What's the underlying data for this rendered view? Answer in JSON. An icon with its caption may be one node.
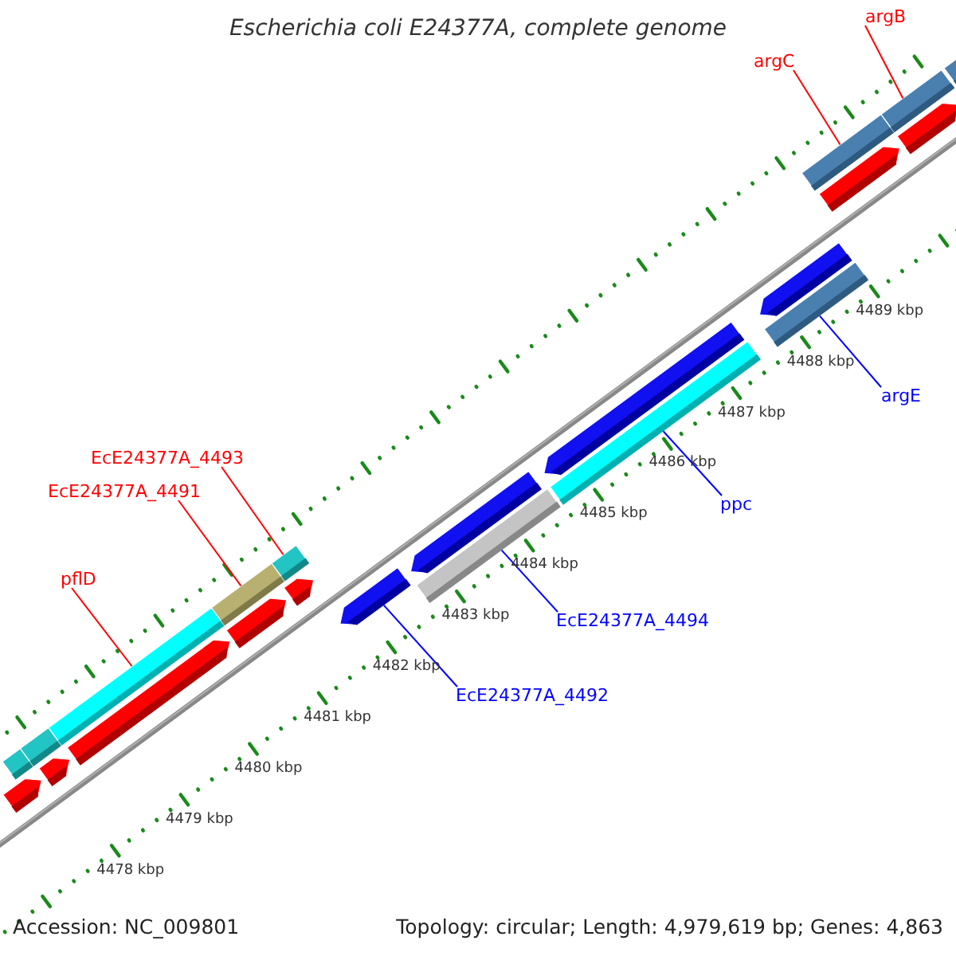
{
  "diagram": {
    "title": "Escherichia coli E24377A, complete genome",
    "nodes": [
      {
        "text": [
          "pflD"
        ]
      },
      {
        "text": [
          "EcE24377A_4491"
        ]
      },
      {
        "text": [
          "EcE24377A_4493"
        ]
      },
      {
        "text": [
          "argC"
        ]
      },
      {
        "text": [
          "argB"
        ]
      },
      {
        "text": [
          "EcE24377A_4492"
        ]
      },
      {
        "text": [
          "EcE24377A_4494"
        ]
      },
      {
        "text": [
          "ppc"
        ]
      },
      {
        "text": [
          "argE"
        ]
      },
      {
        "text": [],
        "shape": "arrow"
      },
      {
        "text": [],
        "shape": "bar"
      },
      {
        "text": [],
        "shape": "bar"
      },
      {
        "text": [],
        "shape": "arrow"
      },
      {
        "text": [],
        "shape": "bar"
      },
      {
        "text": [],
        "shape": "arrow"
      },
      {
        "text": [],
        "shape": "arrow"
      },
      {
        "text": [],
        "shape": "bar"
      },
      {
        "text": [],
        "shape": "arrow"
      },
      {
        "text": [],
        "shape": "bar"
      },
      {
        "text": [],
        "shape": "arrow"
      },
      {
        "text": [],
        "shape": "bar"
      },
      {
        "text": [],
        "shape": "arrow"
      },
      {
        "text": [],
        "shape": "bar"
      },
      {
        "text": [],
        "shape": "arrow"
      },
      {
        "text": [],
        "shape": "bar"
      },
      {
        "text": [],
        "shape": "arrow"
      },
      {
        "text": [],
        "shape": "bar"
      },
      {
        "text": [],
        "shape": "arrow"
      },
      {
        "text": [],
        "shape": "bar"
      },
      {
        "text": [],
        "shape": "arrow"
      },
      {
        "text": [],
        "shape": "bar"
      }
    ],
    "edges": [
      {
        "from": 0,
        "to": 13,
        "arrow": "none"
      },
      {
        "from": 1,
        "to": 16,
        "arrow": "none"
      },
      {
        "from": 2,
        "to": 18,
        "arrow": "none"
      },
      {
        "from": 3,
        "to": 26,
        "arrow": "none"
      },
      {
        "from": 4,
        "to": 28,
        "arrow": "none"
      },
      {
        "from": 5,
        "to": 19,
        "arrow": "none",
        "color": "#0000ff"
      },
      {
        "from": 6,
        "to": 20,
        "arrow": "none",
        "color": "#0000ff"
      },
      {
        "from": 7,
        "to": 22,
        "arrow": "none",
        "color": "#0000ff"
      },
      {
        "from": 8,
        "to": 24,
        "arrow": "none",
        "color": "#0000ff"
      }
    ],
    "labels": [
      "4478 kbp",
      "4479 kbp",
      "4480 kbp",
      "4481 kbp",
      "4482 kbp",
      "4483 kbp",
      "4484 kbp",
      "4485 kbp",
      "4486 kbp",
      "4487 kbp",
      "4488 kbp",
      "4489 kbp",
      "Accession: NC_009801",
      "Topology: circular; Length: 4,979,619 bp; Genes: 4,863"
    ]
  }
}
